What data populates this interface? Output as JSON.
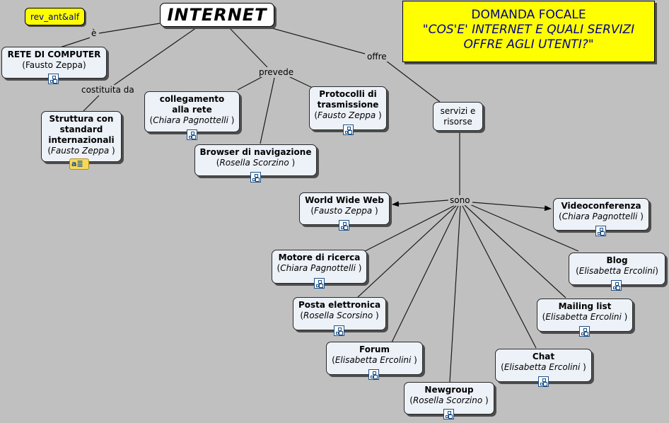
{
  "badge": "rev_ant&alf",
  "focal": {
    "line1": "DOMANDA FOCALE",
    "line2": "\"COS'E' INTERNET E QUALI SERVIZI",
    "line3": "OFFRE AGLI UTENTI?\""
  },
  "root": "INTERNET",
  "link_labels": {
    "e": "è",
    "costituita": "costituita da",
    "prevede": "prevede",
    "offre": "offre",
    "sono": "sono"
  },
  "nodes": {
    "rete": {
      "title": "RETE DI COMPUTER",
      "author": "Fausto Zeppa",
      "open": "(",
      "close": ")"
    },
    "struttura": {
      "title": "Struttura con standard internazionali",
      "author": "Fausto Zeppa",
      "open": "(",
      "close": " )"
    },
    "collegamento": {
      "title": "collegamento alla rete",
      "author": "Chiara Pagnottelli",
      "open": "(",
      "close": " )"
    },
    "protocolli": {
      "title": "Protocolli di trasmissione",
      "author": "Fausto Zeppa",
      "open": "(",
      "close": " )"
    },
    "browser": {
      "title": "Browser di navigazione",
      "author": "Rosella Scorzino",
      "open": "(",
      "close": " )"
    },
    "servizi": {
      "title": "servizi e risorse"
    },
    "www": {
      "title": "World Wide Web",
      "author": "Fausto Zeppa",
      "open": "(",
      "close": " )"
    },
    "video": {
      "title": "Videoconferenza",
      "author": "Chiara Pagnottelli",
      "open": "(",
      "close": " )"
    },
    "motore": {
      "title": "Motore di ricerca",
      "author": "Chiara Pagnottelli",
      "open": "(",
      "close": " )"
    },
    "blog": {
      "title": "Blog",
      "author": "Elisabetta Ercolini",
      "open": "(",
      "close": ")"
    },
    "posta": {
      "title": "Posta elettronica",
      "author": "Rosella Scorsino",
      "open": "(",
      "close": " )"
    },
    "mailing": {
      "title": "Mailing list",
      "author": "Elisabetta Ercolini",
      "open": "(",
      "close": " )"
    },
    "forum": {
      "title": "Forum",
      "author": "Elisabetta Ercolini",
      "open": "(",
      "close": " )"
    },
    "chat": {
      "title": "Chat",
      "author": "Elisabetta Ercolini",
      "open": "(",
      "close": " )"
    },
    "newgroup": {
      "title": "Newgroup",
      "author": "Rosella Scorzino",
      "open": "(",
      "close": " )"
    }
  },
  "note_icon_letter": "a",
  "icons": {
    "resource": "concept-map-link-icon",
    "note": "annotation-icon"
  },
  "colors": {
    "background": "#c0c0c0",
    "node": "#ecf2f8",
    "focal": "#ffff00",
    "focal_text": "#00008b",
    "line": "#1a1a1a"
  }
}
